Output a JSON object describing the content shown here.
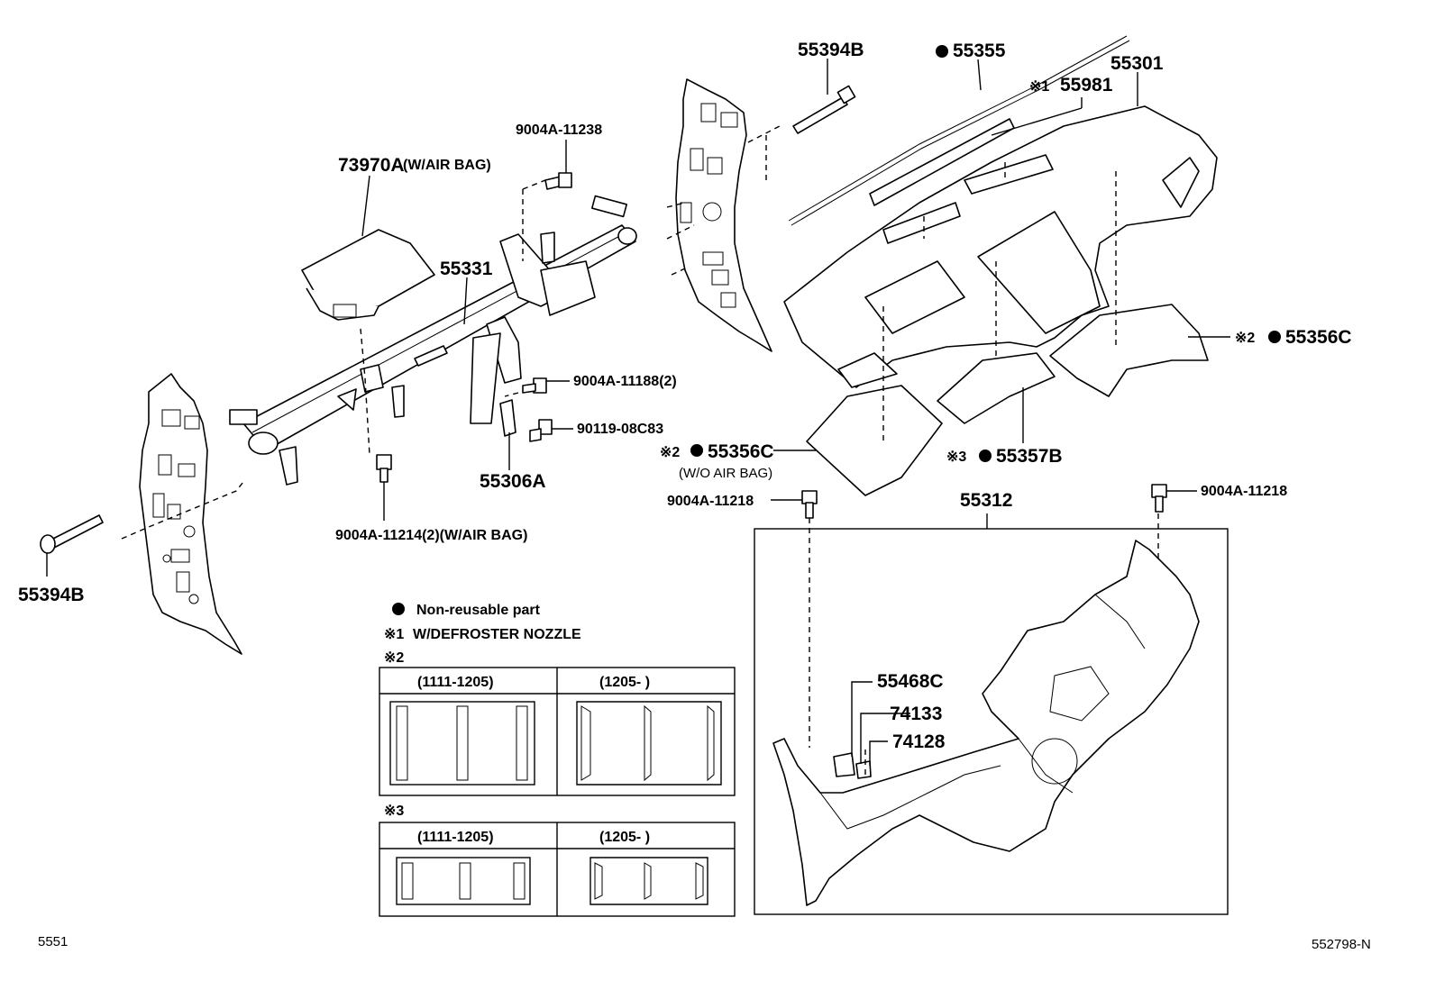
{
  "labels": {
    "p55394B_top": "55394B",
    "p55355": "55355",
    "p55301": "55301",
    "p55981_mark": "※1",
    "p55981": "55981",
    "p9004A_11238": "9004A-11238",
    "p73970A": "73970A",
    "p73970A_note": "(W/AIR BAG)",
    "p55331": "55331",
    "p55356C_right_mark": "※2",
    "p55356C_right": "55356C",
    "p9004A_11188": "9004A-11188(2)",
    "p90119": "90119-08C83",
    "p55356C_left_mark": "※2",
    "p55356C_left": "55356C",
    "p55356C_left_note": "(W/O AIR BAG)",
    "p55306A": "55306A",
    "p55357B_mark": "※3",
    "p55357B": "55357B",
    "p9004A_11218_left": "9004A-11218",
    "p55312": "55312",
    "p9004A_11218_right": "9004A-11218",
    "p9004A_11214": "9004A-11214(2)(W/AIR BAG)",
    "p55394B_bottom": "55394B",
    "p55468C": "55468C",
    "p74133": "74133",
    "p74128": "74128"
  },
  "legend": {
    "non_reusable": "Non-reusable part",
    "note1_mark": "※1",
    "note1": "W/DEFROSTER NOZZLE",
    "note2_mark": "※2",
    "note3_mark": "※3",
    "table2": {
      "col1": "(1111-1205)",
      "col2": "(1205-      )"
    },
    "table3": {
      "col1": "(1111-1205)",
      "col2": "(1205-      )"
    }
  },
  "footer": {
    "left_code": "5551",
    "right_code": "552798-N"
  }
}
